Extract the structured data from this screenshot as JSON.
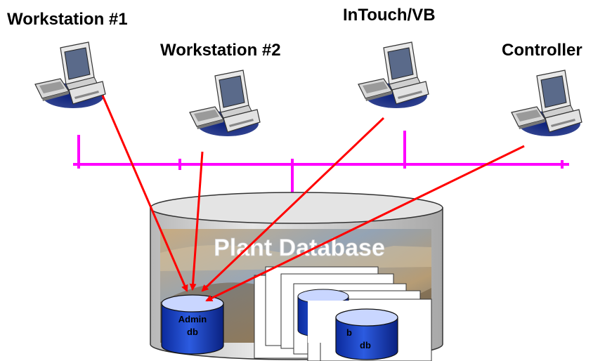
{
  "nodes": {
    "workstation_1": "Workstation #1",
    "workstation_2": "Workstation #2",
    "intouch_vb": "InTouch/VB",
    "controller": "Controller"
  },
  "database": {
    "title": "Plant Database",
    "admin_db_line1": "Admin",
    "admin_db_line2": "db",
    "front_db_line1": "b",
    "front_db_line2": "db"
  },
  "colors": {
    "network_bus": "#ff00ff",
    "connection_arrow": "#ff0000",
    "cylinder_fill": "#d4d4d4",
    "small_db_fill": "#1a3fc6"
  },
  "icons": {
    "computer": "desktop-computer-icon",
    "database": "database-cylinder-icon"
  }
}
